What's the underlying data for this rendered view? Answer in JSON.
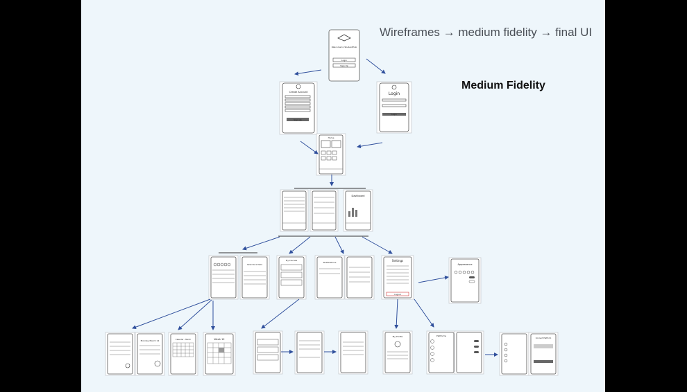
{
  "slide": {
    "title": "Wireframes → medium fidelity → final UI",
    "subtitle": "Medium Fidelity"
  },
  "screens": {
    "welcome": {
      "title": "Welcome to StudentHub",
      "login": "Login",
      "signup": "Sign Up"
    },
    "create_account": {
      "title": "Create Account",
      "submit": "Sign Up"
    },
    "login": {
      "title": "Login",
      "button": "Login"
    },
    "home": {
      "title": "Home"
    },
    "dashboard": {
      "title": "Dashboard"
    },
    "my_courses": {
      "title": "My Courses"
    },
    "notifications": {
      "title": "Notifications"
    },
    "settings": {
      "title": "Settings",
      "logout": "Logout"
    },
    "appearance": {
      "title": "Appearance"
    },
    "calendar_tasks": {
      "title": "Calendar & Tasks"
    },
    "monday": {
      "title": "Monday March 12"
    },
    "calendar_month": {
      "title": "Calendar - March"
    },
    "week": {
      "title": "Week 12"
    },
    "my_profile": {
      "title": "My Profile"
    },
    "platforms": {
      "title": "Platforms"
    },
    "connect_platform": {
      "title": "Connect Platform"
    }
  }
}
